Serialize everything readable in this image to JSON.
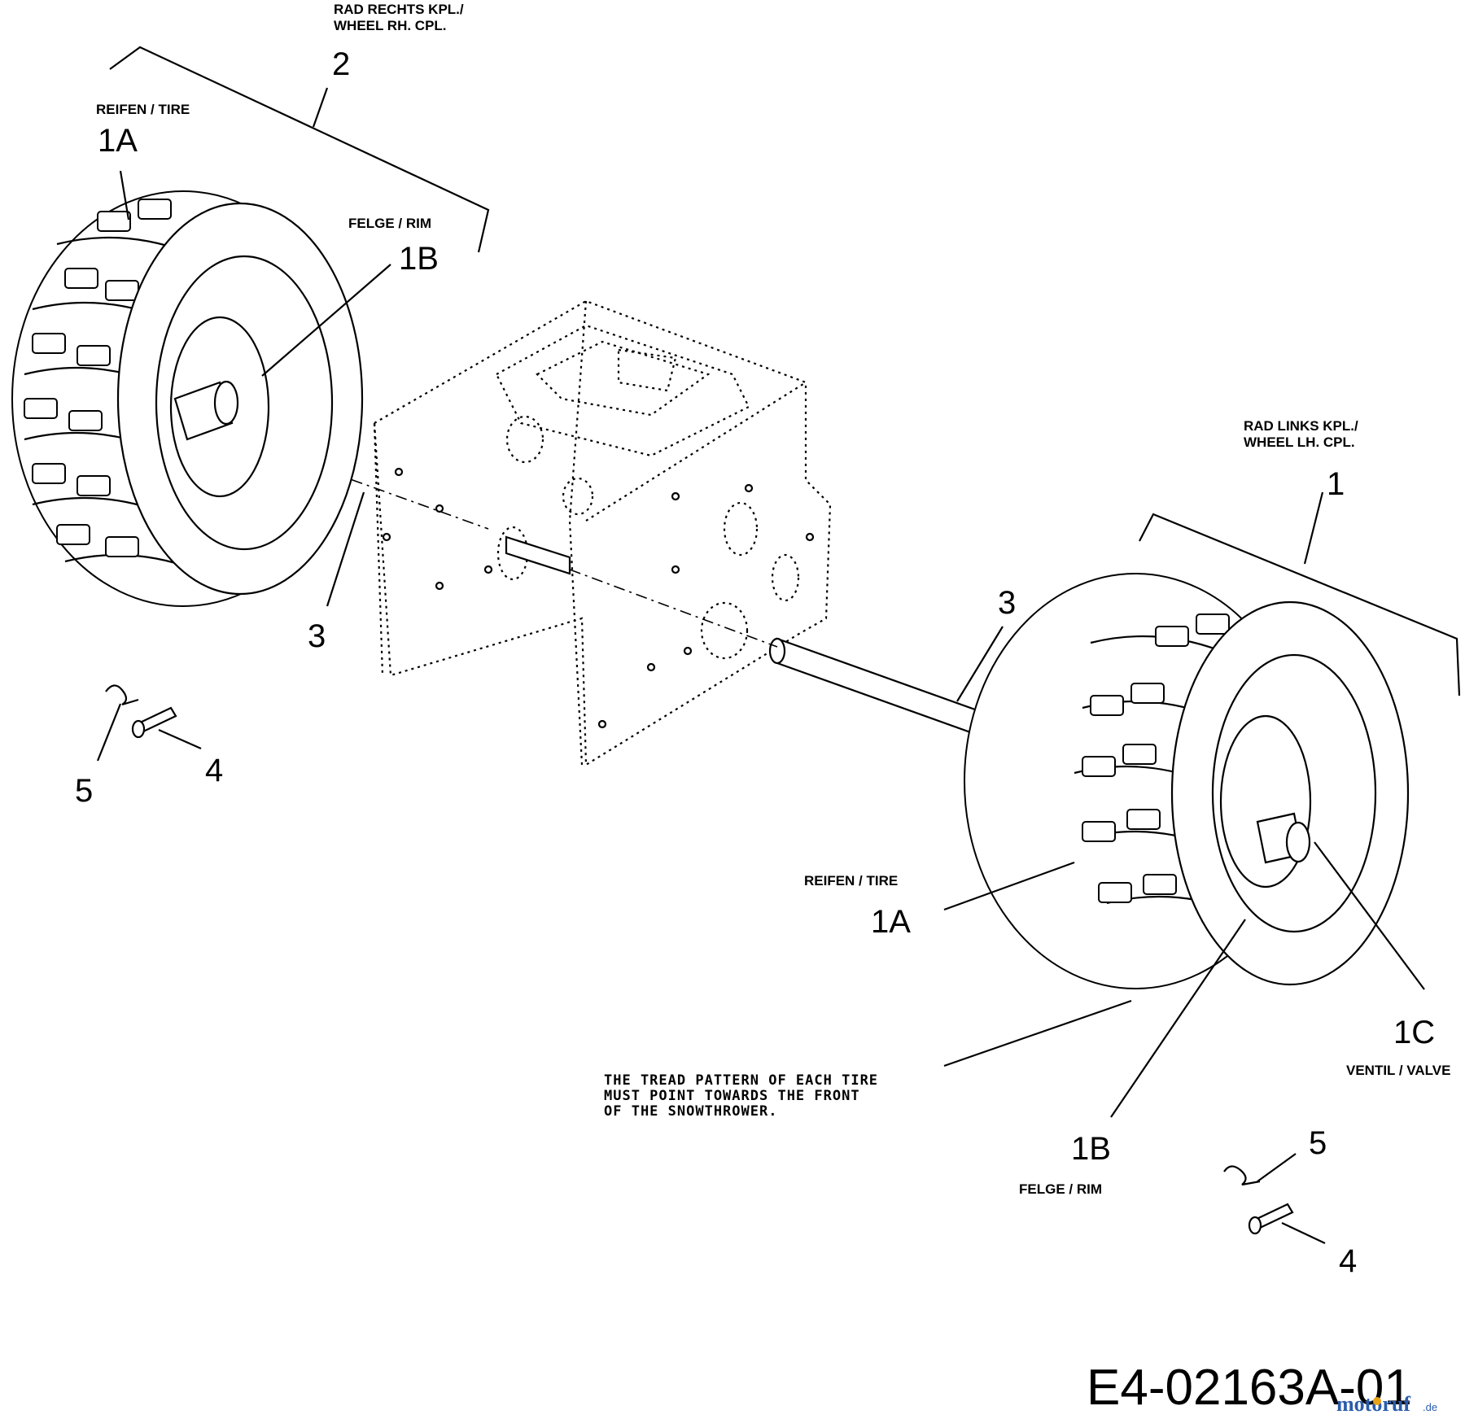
{
  "labels": {
    "wheel_rh": {
      "title": "RAD RECHTS KPL./\nWHEEL RH. CPL.",
      "number": "2"
    },
    "wheel_lh": {
      "title": "RAD LINKS KPL./\nWHEEL LH. CPL.",
      "number": "1"
    },
    "tire_top": {
      "title": "REIFEN / TIRE",
      "number": "1A"
    },
    "rim_top": {
      "title": "FELGE / RIM",
      "number": "1B"
    },
    "tire_bottom": {
      "title": "REIFEN / TIRE",
      "number": "1A"
    },
    "rim_bottom": {
      "title": "FELGE / RIM",
      "number": "1B"
    },
    "valve": {
      "title": "VENTIL / VALVE",
      "number": "1C"
    },
    "axle_left": {
      "number": "3"
    },
    "axle_right": {
      "number": "3"
    },
    "pin_left": {
      "number": "4"
    },
    "clip_left": {
      "number": "5"
    },
    "pin_right": {
      "number": "4"
    },
    "clip_right": {
      "number": "5"
    }
  },
  "note": {
    "lines": [
      "THE TREAD PATTERN OF EACH TIRE",
      "MUST POINT TOWARDS THE FRONT",
      "OF THE SNOWTHROWER."
    ]
  },
  "diagram_code": "E4-02163A-01",
  "watermark": {
    "text": "motoruf",
    "suffix": ".de",
    "colors": {
      "text": "#2a5caa",
      "accent": "#e8a317"
    }
  }
}
